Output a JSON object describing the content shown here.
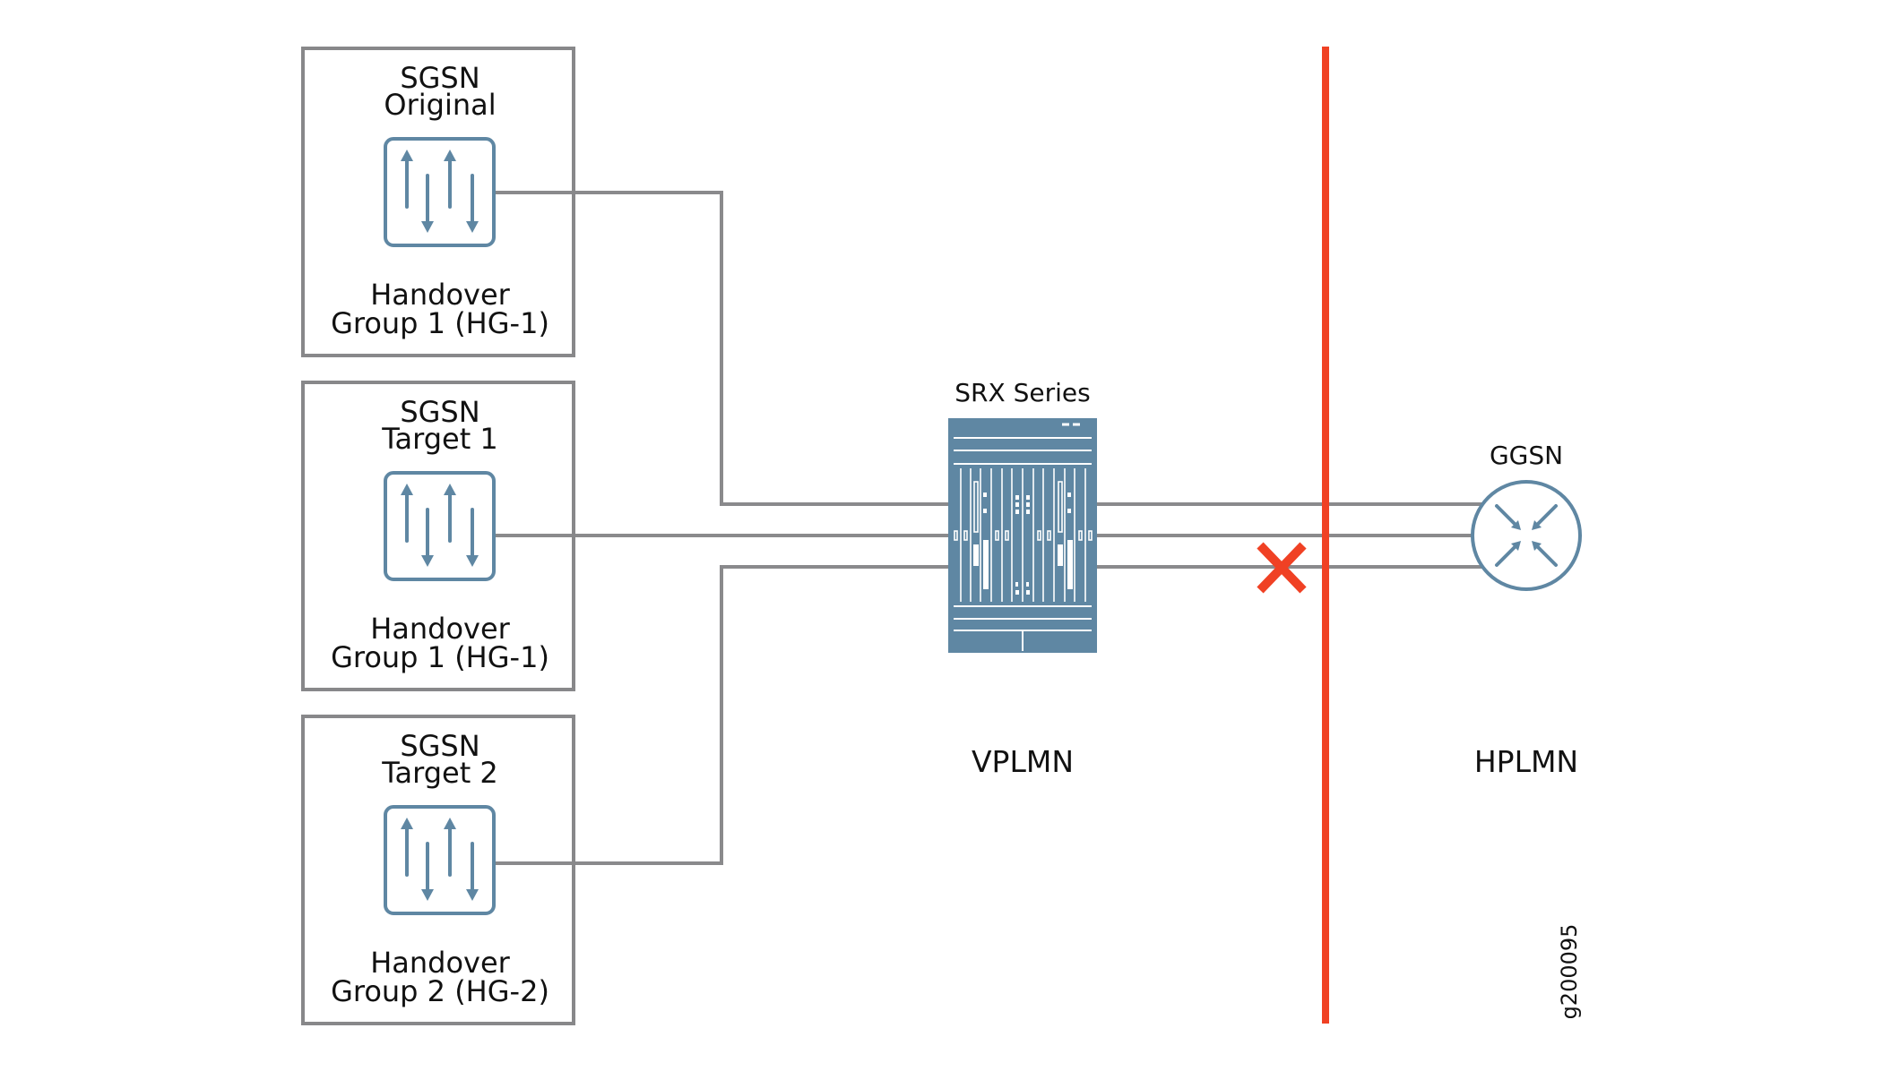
{
  "diagram": {
    "sgsn_nodes": [
      {
        "id": "sgsn-original",
        "title": [
          "SGSN",
          "Original"
        ],
        "group": [
          "Handover",
          "Group 1 (HG-1)"
        ],
        "connects_to": "srx",
        "link_status": "up"
      },
      {
        "id": "sgsn-target-1",
        "title": [
          "SGSN",
          "Target 1"
        ],
        "group": [
          "Handover",
          "Group 1 (HG-1)"
        ],
        "connects_to": "srx",
        "link_status": "up"
      },
      {
        "id": "sgsn-target-2",
        "title": [
          "SGSN",
          "Target 2"
        ],
        "group": [
          "Handover",
          "Group 2 (HG-2)"
        ],
        "connects_to": "srx",
        "link_status": "up"
      }
    ],
    "firewall": {
      "id": "srx",
      "label": "SRX Series",
      "icon": "srx-chassis-icon"
    },
    "ggsn": {
      "id": "ggsn",
      "label": "GGSN",
      "icon": "router-icon"
    },
    "uplinks": [
      {
        "from": "srx",
        "to": "ggsn",
        "status": "up"
      },
      {
        "from": "srx",
        "to": "ggsn",
        "status": "up"
      },
      {
        "from": "srx",
        "to": "ggsn",
        "status": "blocked",
        "marker": "x-icon"
      }
    ],
    "zones": {
      "left": "VPLMN",
      "right": "HPLMN"
    },
    "boundary": {
      "label": "network-boundary",
      "color": "#F04124"
    },
    "figure_id": "g200095",
    "colors": {
      "device": "#5F87A3",
      "link": "#8A8A8C",
      "box_border": "#88888A",
      "block": "#F04124",
      "text": "#111111"
    }
  }
}
